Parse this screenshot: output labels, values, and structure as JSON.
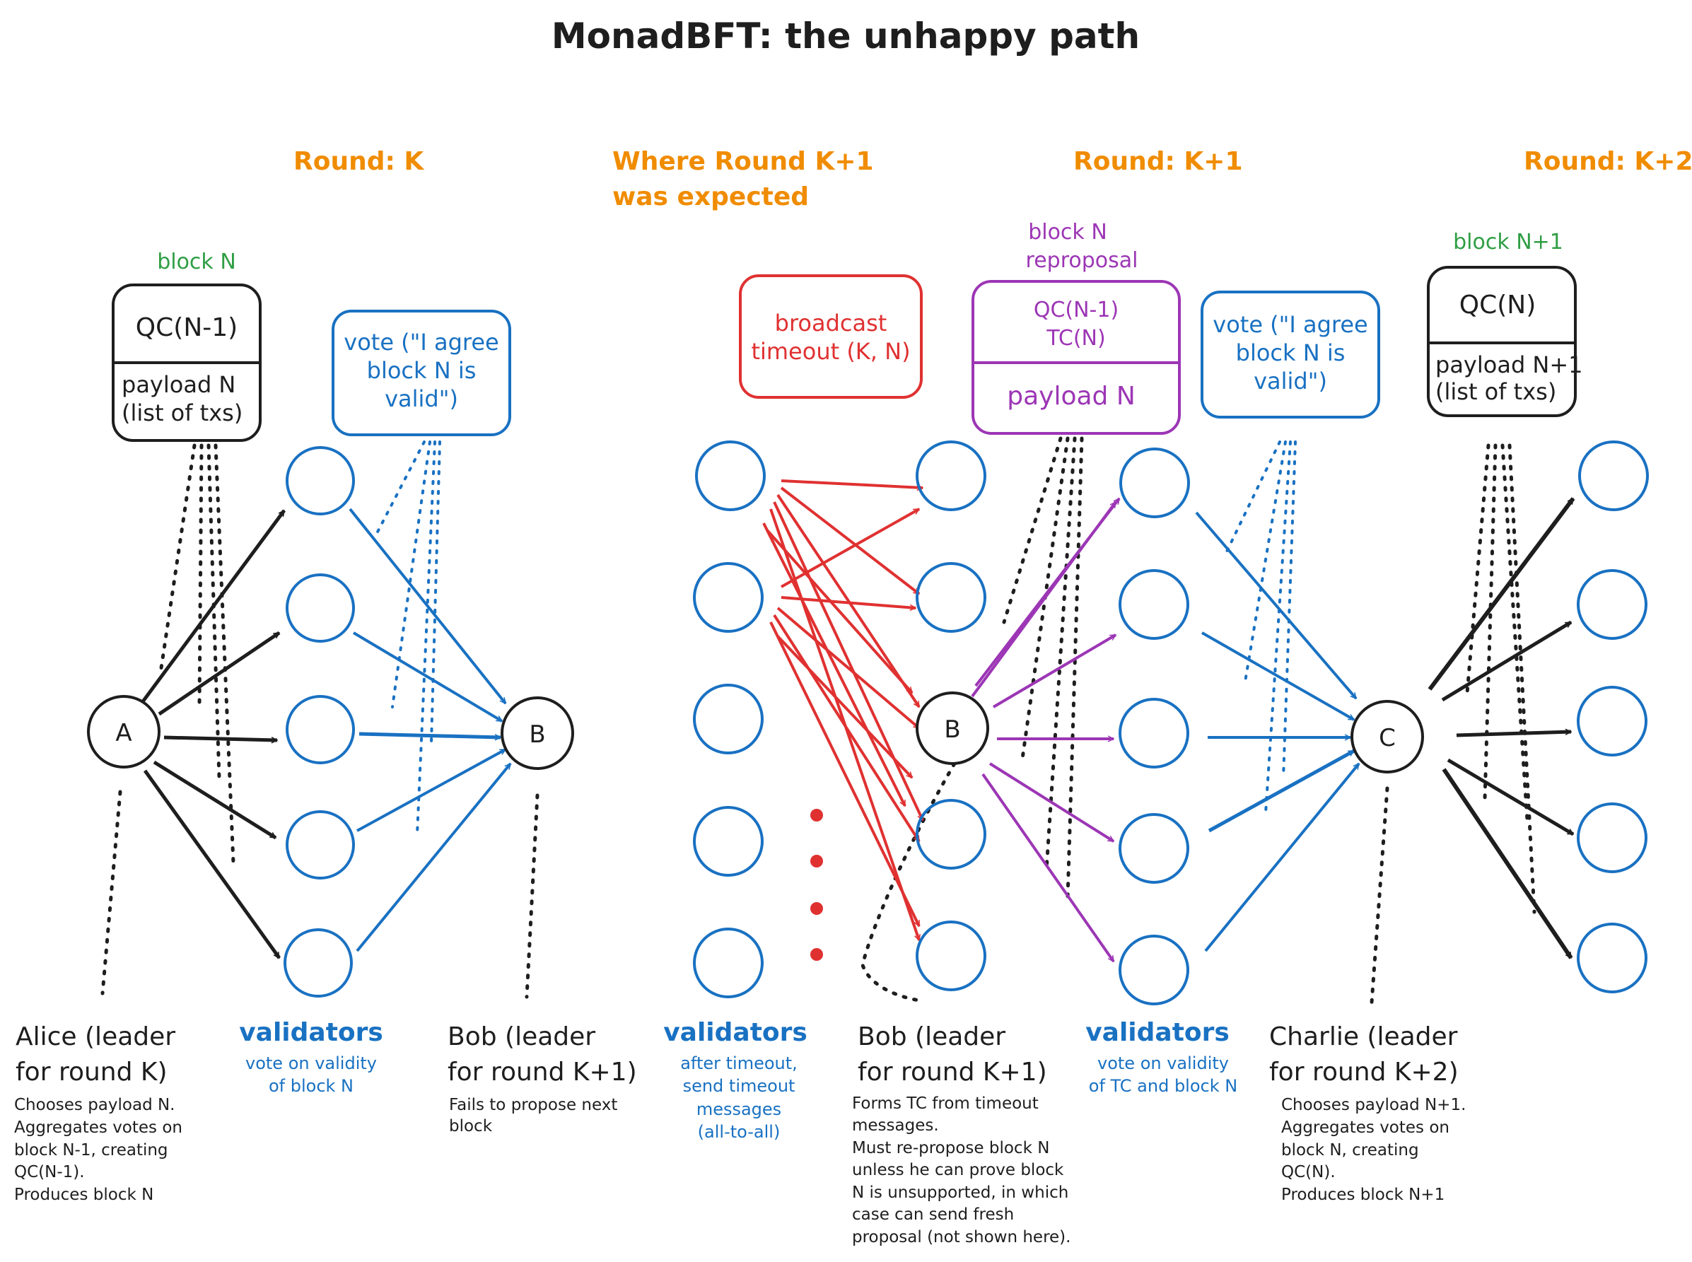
{
  "title": "MonadBFT: the unhappy path",
  "rounds": {
    "k": "Round: K",
    "expected_1": "Where Round K+1",
    "expected_2": "was expected",
    "k1": "Round: K+1",
    "k2": "Round: K+2"
  },
  "block_n": {
    "label": "block N",
    "header": "QC(N-1)",
    "payload_1": "payload N",
    "payload_2": "(list of txs)"
  },
  "vote1": {
    "line1": "vote (\"I agree",
    "line2": "block N is",
    "line3": "valid\")"
  },
  "timeout_box": {
    "line1": "broadcast",
    "line2": "timeout (K, N)"
  },
  "reproposal": {
    "label1": "block N",
    "label2": "reproposal",
    "header1": "QC(N-1)",
    "header2": "TC(N)",
    "payload": "payload N"
  },
  "vote2": {
    "line1": "vote (\"I agree",
    "line2": "block N is",
    "line3": "valid\")"
  },
  "block_n1": {
    "label": "block N+1",
    "header": "QC(N)",
    "payload_1": "payload N+1",
    "payload_2": "(list of txs)"
  },
  "nodes": {
    "a": "A",
    "b1": "B",
    "b2": "B",
    "c": "C"
  },
  "captions": {
    "alice": {
      "title1": "Alice (leader",
      "title2": "for round K)",
      "d1": "Chooses payload N.",
      "d2": "Aggregates votes on",
      "d3": "block N-1, creating",
      "d4": "QC(N-1).",
      "d5": "Produces block N"
    },
    "validators1": {
      "title": "validators",
      "d1": "vote on validity",
      "d2": "of block N"
    },
    "bob1": {
      "title1": "Bob (leader",
      "title2": "for round K+1)",
      "d1": "Fails to propose next",
      "d2": "block"
    },
    "validators2": {
      "title": "validators",
      "d1": "after timeout,",
      "d2": "send timeout",
      "d3": "messages",
      "d4": "(all-to-all)"
    },
    "bob2": {
      "title1": "Bob (leader",
      "title2": "for round K+1)",
      "d1": "Forms TC from timeout",
      "d2": "messages.",
      "d3": "Must re-propose block N",
      "d4": "unless he can prove block",
      "d5": "N is unsupported, in which",
      "d6": "case can send fresh",
      "d7": "proposal (not shown here)."
    },
    "validators3": {
      "title": "validators",
      "d1": "vote on validity",
      "d2": "of TC and block N"
    },
    "charlie": {
      "title1": "Charlie (leader",
      "title2": "for round K+2)",
      "d1": "Chooses payload N+1.",
      "d2": "Aggregates votes on",
      "d3": "block N, creating",
      "d4": "QC(N).",
      "d5": "Produces block N+1"
    }
  },
  "colors": {
    "black": "#1e1e1e",
    "blue": "#1971c2",
    "red": "#e03131",
    "purple": "#9c36b5",
    "orange": "#f08c00",
    "green": "#2f9e44"
  }
}
